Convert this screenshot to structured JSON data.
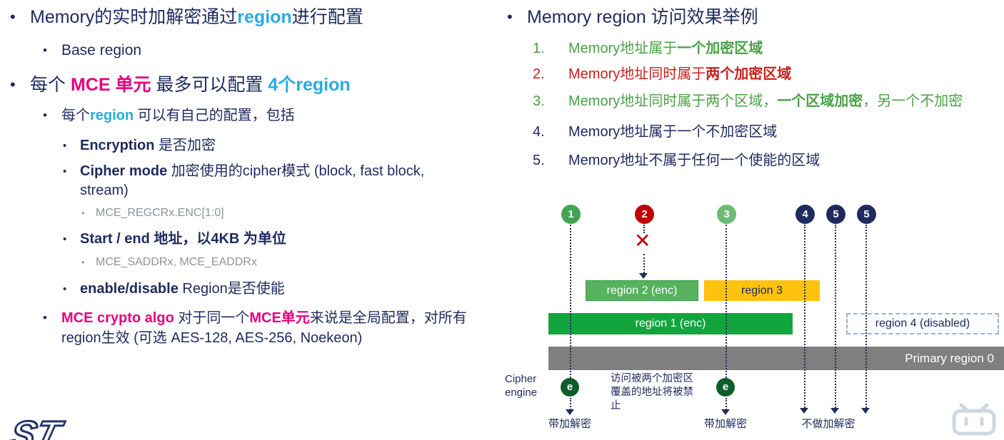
{
  "accent_colors": {
    "navy": "#1f2a5e",
    "cyan": "#29abe2",
    "magenta": "#e6007e",
    "green_text": "#4aa147",
    "red_text": "#c9201d",
    "green_bar": "#12a53e",
    "green_bar_light": "#56b25e",
    "yellow_bar": "#ffc20e",
    "gray_bar": "#7f7f7f",
    "dark_green_circle": "#0d5c2c",
    "red_circle": "#c00000"
  },
  "icons": {
    "bullet": "•",
    "forbidden": "✕",
    "watermark": "bilibili-tv-icon"
  },
  "left": {
    "l1": {
      "a": "Memory的实时加解密通过",
      "b": "region",
      "c": "进行配置"
    },
    "l2": {
      "a": "Base region"
    },
    "l3": {
      "a": "每个 ",
      "b": "MCE 单元",
      "c": " 最多可以配置 ",
      "d": "4个region"
    },
    "l4": {
      "a": "每个",
      "b": "region",
      "c": " 可以有自己的配置，包括"
    },
    "l5": {
      "a": "Encryption",
      "b": " 是否加密"
    },
    "l6": {
      "a": "Cipher mode",
      "b": " 加密使用的cipher模式 (block, fast block, stream)"
    },
    "l7": {
      "a": "MCE_REGCRx.ENC[1:0]"
    },
    "l8": {
      "a": "Start / end 地址，以4KB 为单位"
    },
    "l9": {
      "a": "MCE_SADDRx, MCE_EADDRx"
    },
    "l10": {
      "a": "enable/disable",
      "b": " Region是否使能"
    },
    "l11": {
      "a": "MCE crypto algo",
      "b": " 对于同一个",
      "c": "MCE单元",
      "d": "来说是全局配置，对所有region生效 (可选 AES-128, AES-256, Noekeon)"
    },
    "logo": "ST"
  },
  "right": {
    "title": "Memory region 访问效果举例",
    "items": [
      {
        "n": "1.",
        "a": "Memory地址属于",
        "b": "一个加密区域",
        "c": ""
      },
      {
        "n": "2.",
        "a": "Memory地址同时属于",
        "b": "两个加密区域",
        "c": ""
      },
      {
        "n": "3.",
        "a": "Memory地址同时属于两个区域，",
        "b": "一个区域加密",
        "c": "，另一个不加密"
      },
      {
        "n": "4.",
        "a": "Memory地址属于一个不加密区域",
        "b": "",
        "c": ""
      },
      {
        "n": "5.",
        "a": "Memory地址不属于任何一个使能的区域",
        "b": "",
        "c": ""
      }
    ]
  },
  "diagram": {
    "markers": [
      "1",
      "2",
      "3",
      "4",
      "5",
      "5"
    ],
    "bars": {
      "region2": "region 2 (enc)",
      "region3": "region 3",
      "region1": "region 1 (enc)",
      "region4": "region 4 (disabled)",
      "primary": "Primary region 0"
    },
    "cipher_engine": "Cipher engine",
    "engine_e": "e",
    "note": "访问被两个加密区覆盖的地址将被禁止",
    "labels": {
      "enc1": "带加解密",
      "enc2": "带加解密",
      "noenc": "不做加解密"
    }
  }
}
